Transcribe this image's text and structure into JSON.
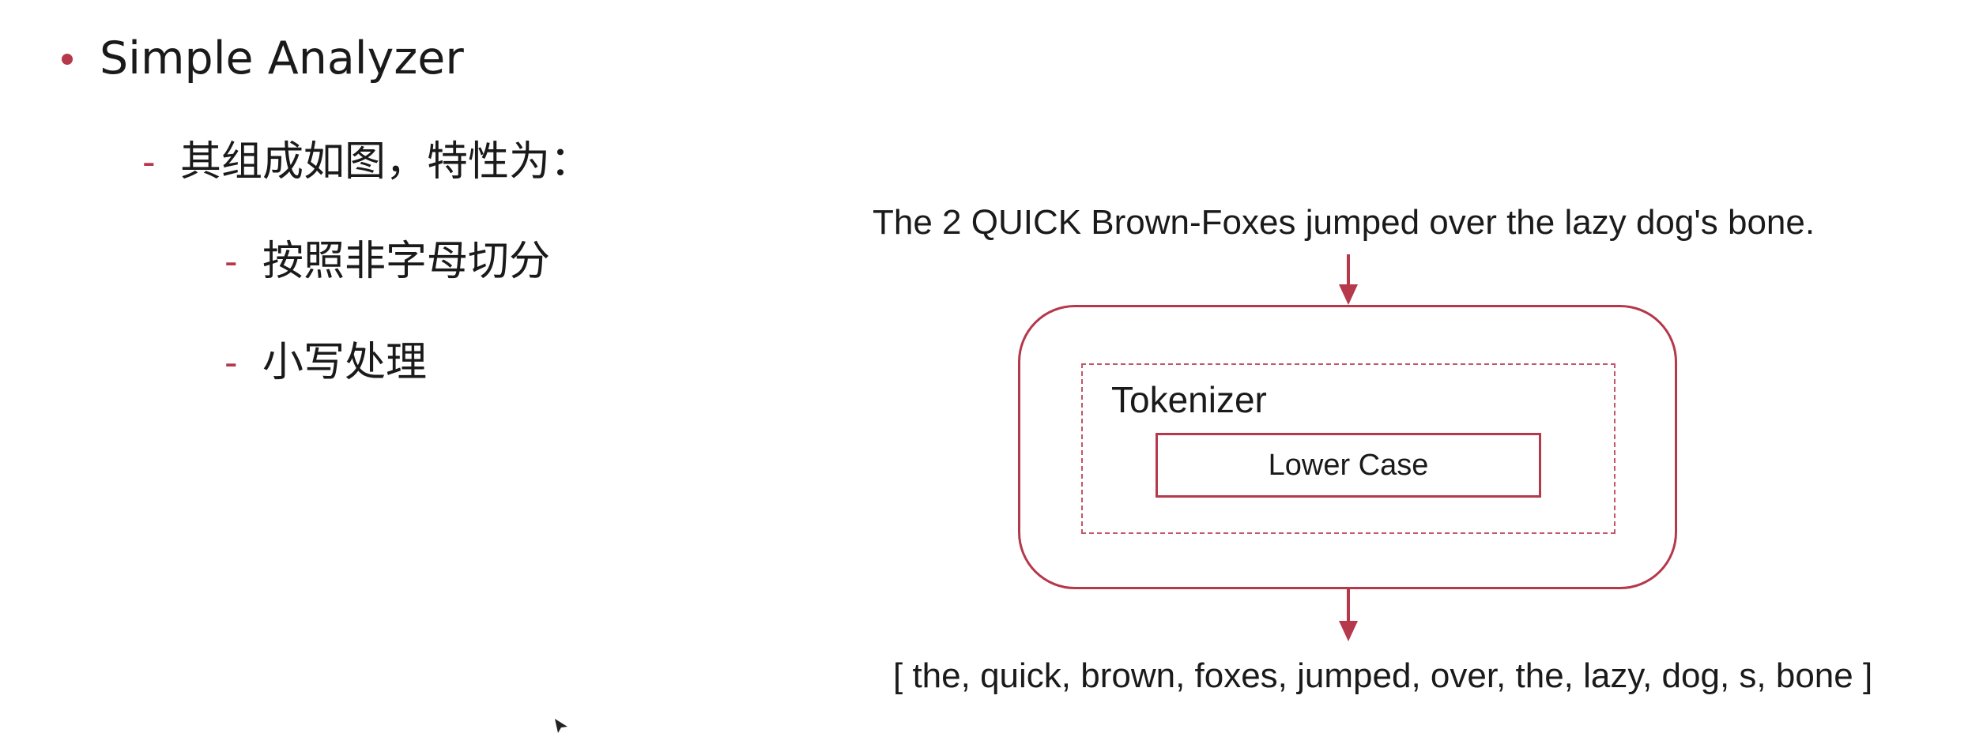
{
  "slide": {
    "heading": "Simple Analyzer",
    "sub_point": "其组成如图，特性为：",
    "features": [
      "按照非字母切分",
      "小写处理"
    ],
    "dash_symbol": "-"
  },
  "diagram": {
    "input_text": "The 2 QUICK Brown-Foxes jumped over the lazy dog's bone.",
    "tokenizer_label": "Tokenizer",
    "filter_label": "Lower Case",
    "output_text": "[ the, quick, brown, foxes, jumped, over, the, lazy, dog, s, bone ]"
  },
  "colors": {
    "accent": "#b5384b",
    "text": "#1a1a1a",
    "background": "#ffffff"
  }
}
